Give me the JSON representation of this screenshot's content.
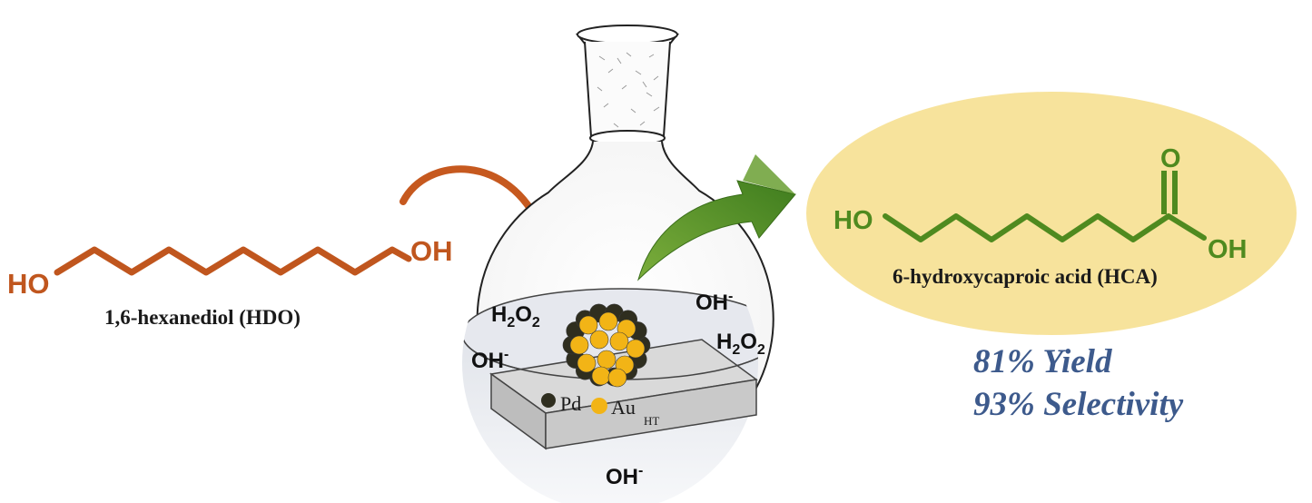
{
  "reactant": {
    "formula_left": "HO",
    "formula_right": "OH",
    "name": "1,6-hexanediol (HDO)",
    "color": "#c0561e"
  },
  "product": {
    "oh_left": "HO",
    "carbonyl_o": "O",
    "acid_oh": "OH",
    "name": "6-hydroxycaproic acid (HCA)",
    "color": "#4f8a1f",
    "highlight": "#f7e39c"
  },
  "flask": {
    "species": {
      "h2o2_a": {
        "main": "H",
        "sub1": "2",
        "mid": "O",
        "sub2": "2"
      },
      "h2o2_b": {
        "main": "H",
        "sub1": "2",
        "mid": "O",
        "sub2": "2"
      },
      "oh_a": {
        "main": "OH",
        "sup": "-"
      },
      "oh_b": {
        "main": "OH",
        "sup": "-"
      },
      "oh_c": {
        "main": "OH",
        "sup": "-"
      }
    },
    "legend_pd": "Pd",
    "legend_au": "Au",
    "support": "HT",
    "pd_color": "#2f2e1f",
    "au_color": "#f2b416"
  },
  "results": {
    "yield": "81% Yield",
    "selectivity": "93% Selectivity",
    "color": "#3d5a8c"
  },
  "icons": {
    "reaction_arrow": "curved-orange-arrow-icon",
    "product_arrow": "curved-green-arrow-icon"
  }
}
